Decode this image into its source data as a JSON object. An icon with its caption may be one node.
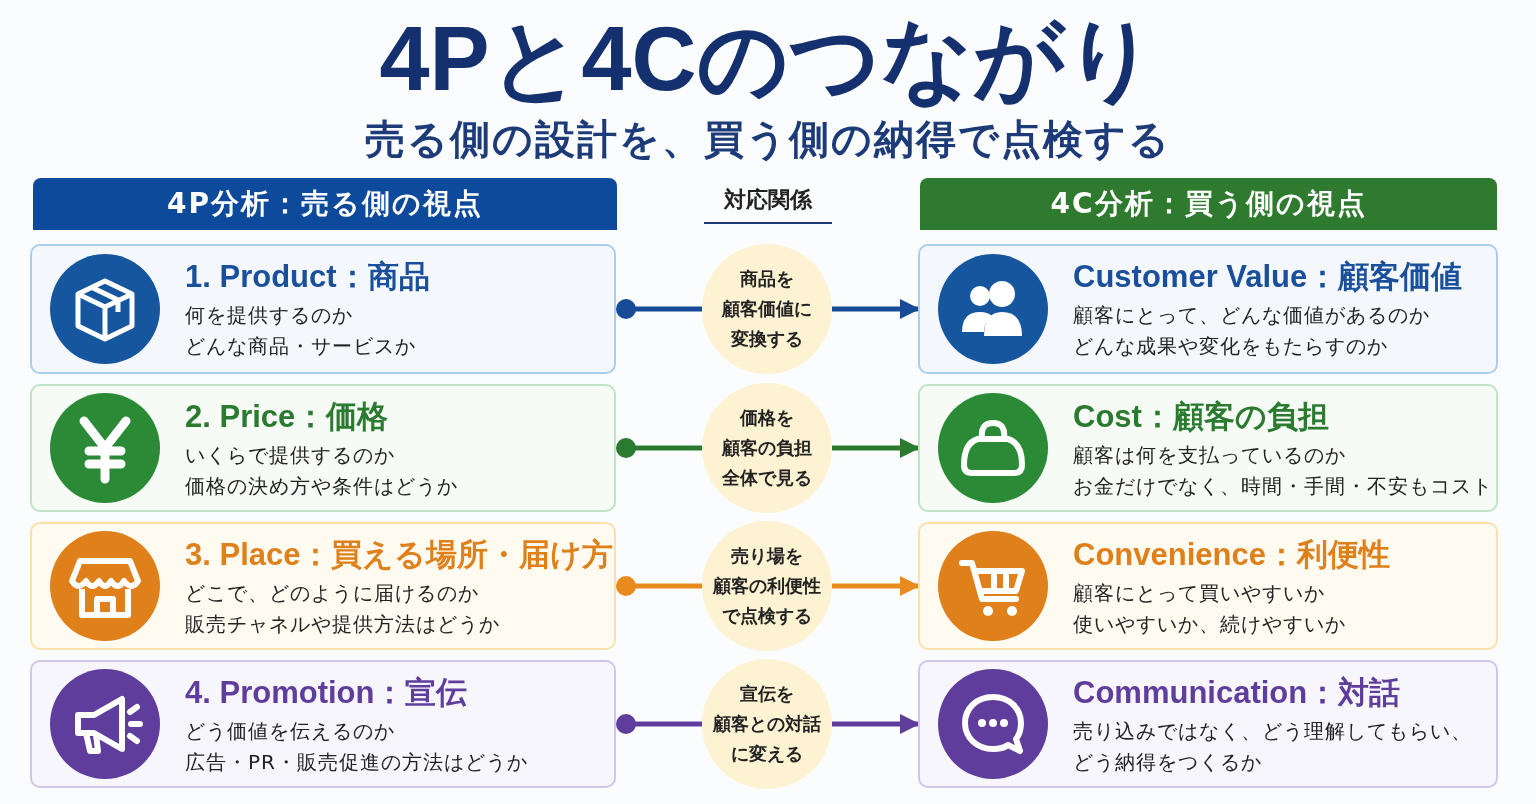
{
  "diagram": {
    "title": "4Pと4Cのつながり",
    "nodes": [
      {
        "text": [
          "4P分析：売る側の視点"
        ]
      },
      {
        "text": [
          "4C分析：買う側の視点"
        ]
      },
      {
        "text": [
          "1. Product：商品",
          "何を提供するのか",
          "どんな商品・サービスか"
        ]
      },
      {
        "text": [
          "2. Price：価格",
          "いくらで提供するのか",
          "価格の決め方や条件はどうか"
        ]
      },
      {
        "text": [
          "3. Place：買える場所・届け方",
          "どこで、どのように届けるのか",
          "販売チャネルや提供方法はどうか"
        ]
      },
      {
        "text": [
          "4. Promotion：宣伝",
          "どう価値を伝えるのか",
          "広告・PR・販売促進の方法はどうか"
        ]
      },
      {
        "text": [
          "商品を",
          "顧客価値に",
          "変換する"
        ]
      },
      {
        "text": [
          "価格を",
          "顧客の負担",
          "全体で見る"
        ]
      },
      {
        "text": [
          "売り場を",
          "顧客の利便性",
          "で点検する"
        ]
      },
      {
        "text": [
          "宣伝を",
          "顧客との対話",
          "に変える"
        ]
      },
      {
        "text": [
          "Customer Value：顧客価値",
          "顧客にとって、どんな価値があるのか",
          "どんな成果や変化をもたらすのか"
        ]
      },
      {
        "text": [
          "Cost：顧客の負担",
          "顧客は何を支払っているのか",
          "お金だけでなく、時間・手間・不安もコスト"
        ]
      },
      {
        "text": [
          "Convenience：利便性",
          "顧客にとって買いやすいか",
          "使いやすいか、続けやすいか"
        ]
      },
      {
        "text": [
          "Communication：対話",
          "売り込みではなく、どう理解してもらい、",
          "どう納得をつくるか"
        ]
      }
    ],
    "edges": [
      {
        "from": 2,
        "to": 6,
        "arrow": "other",
        "color": "#174a97"
      },
      {
        "from": 6,
        "to": 10,
        "arrow": "to",
        "color": "#174a97"
      },
      {
        "from": 3,
        "to": 7,
        "arrow": "other",
        "color": "#2a7a30"
      },
      {
        "from": 7,
        "to": 11,
        "arrow": "to",
        "color": "#2a7a30"
      },
      {
        "from": 4,
        "to": 8,
        "arrow": "other",
        "color": "#e88a1e"
      },
      {
        "from": 8,
        "to": 12,
        "arrow": "to",
        "color": "#e88a1e"
      },
      {
        "from": 5,
        "to": 9,
        "arrow": "other",
        "color": "#5f3d9c"
      },
      {
        "from": 9,
        "to": 13,
        "arrow": "to",
        "color": "#5f3d9c"
      }
    ],
    "labels": [
      "売る側の設計を、買う側の納得で点検する",
      "対応関係"
    ]
  }
}
